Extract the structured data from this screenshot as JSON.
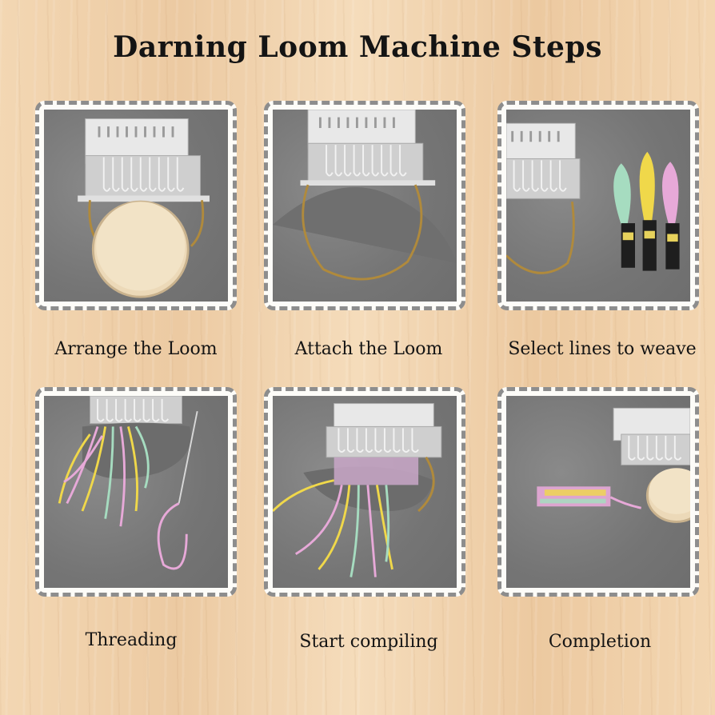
{
  "title": "Darning Loom Machine Steps",
  "steps": [
    {
      "caption": "Arrange the Loom"
    },
    {
      "caption": "Attach the Loom"
    },
    {
      "caption": "Select lines to weave"
    },
    {
      "caption": "Threading"
    },
    {
      "caption": "Start compiling"
    },
    {
      "caption": "Completion"
    }
  ],
  "colors": {
    "border": "#8d8d8d",
    "fabric": "#7f7f7f",
    "metal": "#d9d9d9",
    "wood": "#ecd9b8",
    "band": "#b08a3c",
    "thread_pink": "#e7a9d8",
    "thread_yellow": "#f0d84a",
    "thread_green": "#a6dcc0"
  }
}
